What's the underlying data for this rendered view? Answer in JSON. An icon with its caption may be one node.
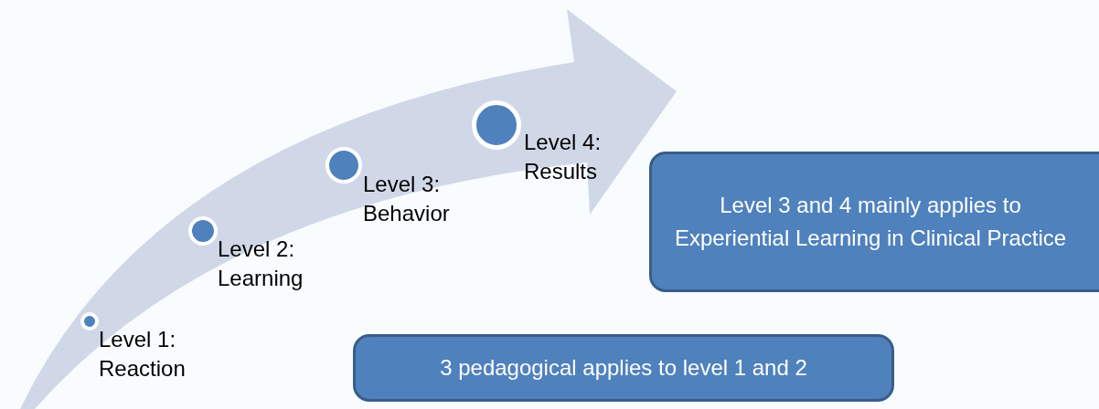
{
  "diagram": {
    "nodes": [
      {
        "text": [],
        "shape": "circle",
        "beside": [
          "Level 1: Reaction"
        ]
      },
      {
        "text": [],
        "shape": "circle",
        "beside": [
          "Level 2: Learning"
        ]
      },
      {
        "text": [],
        "shape": "circle",
        "beside": [
          "Level 3: Behavior"
        ]
      },
      {
        "text": [],
        "shape": "circle",
        "beside": [
          "Level 4: Results"
        ]
      },
      {
        "text": [
          "Level 3 and 4 mainly applies to Experiential Learning in Clinical Practice"
        ]
      },
      {
        "text": [
          "3 pedagogical applies to level 1 and 2"
        ]
      }
    ]
  }
}
